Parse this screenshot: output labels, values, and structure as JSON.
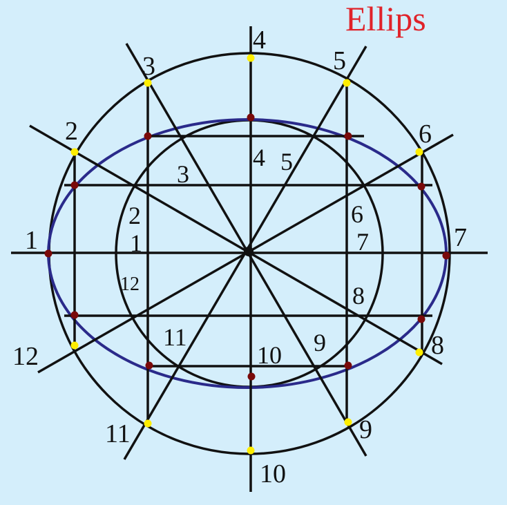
{
  "title": "Ellips",
  "colors": {
    "background": "#d4eefb",
    "title": "#e0232a",
    "line": "#111111",
    "ellipse": "#2a2a8a",
    "outer_point": "#ffee00",
    "inner_point": "#7a0a0a"
  },
  "outer_labels": [
    "1",
    "2",
    "3",
    "4",
    "5",
    "6",
    "7",
    "8",
    "9",
    "10",
    "11",
    "12"
  ],
  "inner_labels": [
    "1",
    "2",
    "3",
    "4",
    "5",
    "6",
    "7",
    "8",
    "9",
    "10",
    "11",
    "12"
  ]
}
